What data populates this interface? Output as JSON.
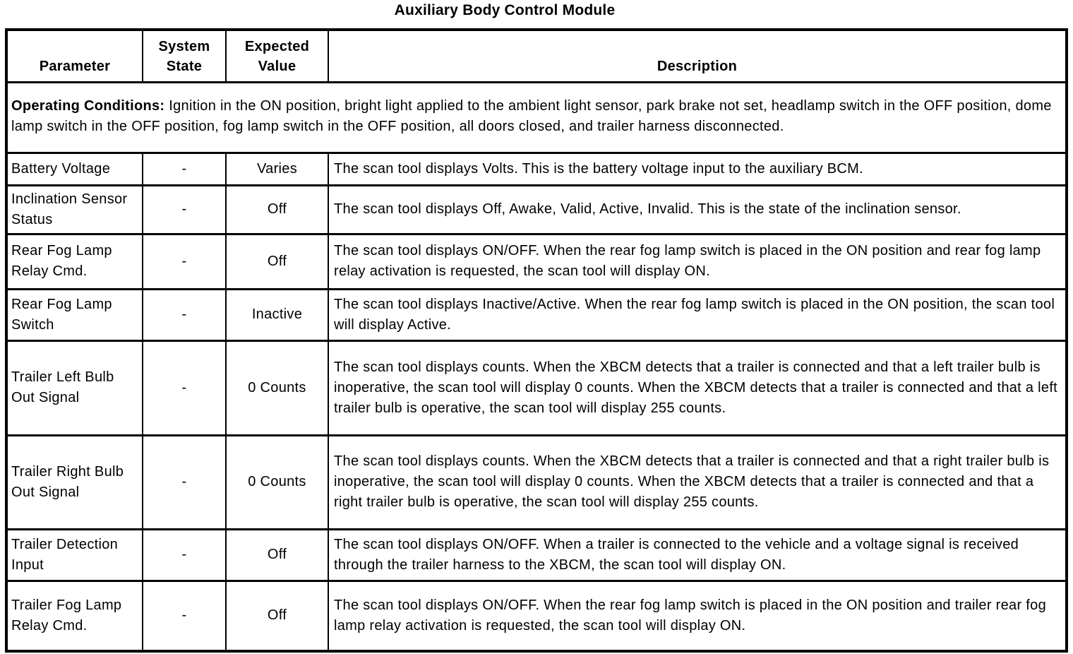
{
  "title": "Auxiliary Body Control Module",
  "table": {
    "headers": {
      "parameter": "Parameter",
      "system_state": "System State",
      "expected_value": "Expected Value",
      "description": "Description"
    },
    "operating_conditions": {
      "label": "Operating Conditions:",
      "text": "Ignition in the ON position, bright light applied to the ambient light sensor, park brake not set, headlamp switch in the OFF position, dome lamp switch in the OFF position, fog lamp switch in the OFF position, all doors closed, and trailer harness disconnected."
    },
    "rows": [
      {
        "parameter": "Battery Voltage",
        "system_state": "-",
        "expected_value": "Varies",
        "description": "The scan tool displays Volts. This is the battery voltage input to the auxiliary BCM."
      },
      {
        "parameter": "Inclination Sensor Status",
        "system_state": "-",
        "expected_value": "Off",
        "description": "The scan tool displays Off, Awake, Valid, Active, Invalid. This is the state of the inclination sensor."
      },
      {
        "parameter": "Rear Fog Lamp Relay Cmd.",
        "system_state": "-",
        "expected_value": "Off",
        "description": "The scan tool displays ON/OFF. When the rear fog lamp switch is placed in the ON position and rear fog lamp relay activation is requested, the scan tool will display ON."
      },
      {
        "parameter": "Rear Fog Lamp Switch",
        "system_state": "-",
        "expected_value": "Inactive",
        "description": "The scan tool displays Inactive/Active. When the rear fog lamp switch is placed in the ON position, the scan tool will display Active."
      },
      {
        "parameter": "Trailer Left Bulb Out Signal",
        "system_state": "-",
        "expected_value": "0 Counts",
        "description": "The scan tool displays counts. When the XBCM detects that a trailer is connected and that a left trailer bulb is inoperative, the scan tool will display 0 counts. When the XBCM detects that a trailer is connected and that a left trailer bulb is operative, the scan tool will display 255 counts."
      },
      {
        "parameter": "Trailer Right Bulb Out Signal",
        "system_state": "-",
        "expected_value": "0 Counts",
        "description": "The scan tool displays counts. When the XBCM detects that a trailer is connected and that a right trailer bulb is inoperative, the scan tool will display 0 counts. When the XBCM detects that a trailer is connected and that a right trailer bulb is operative, the scan tool will display 255 counts."
      },
      {
        "parameter": "Trailer Detection Input",
        "system_state": "-",
        "expected_value": "Off",
        "description": "The scan tool displays ON/OFF. When a trailer is connected to the vehicle and a voltage signal is received through the trailer harness to the XBCM, the scan tool will display ON."
      },
      {
        "parameter": "Trailer Fog Lamp Relay Cmd.",
        "system_state": "-",
        "expected_value": "Off",
        "description": "The scan tool displays ON/OFF. When the rear fog lamp switch is placed in the ON position and trailer rear fog lamp relay activation is requested, the scan tool will display ON."
      }
    ]
  }
}
